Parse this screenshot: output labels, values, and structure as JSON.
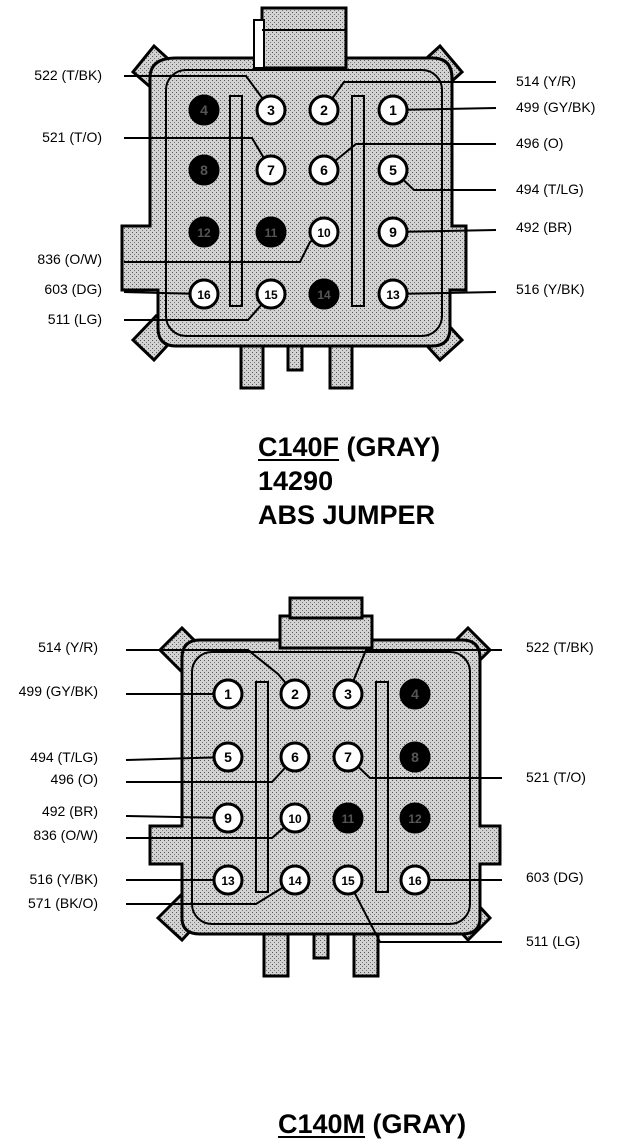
{
  "top_connector": {
    "caption": {
      "code": "C140F",
      "color": " (GRAY)",
      "part": "14290",
      "name": "ABS JUMPER"
    },
    "pins": [
      {
        "n": "4",
        "filled": true
      },
      {
        "n": "3",
        "filled": false
      },
      {
        "n": "2",
        "filled": false
      },
      {
        "n": "1",
        "filled": false
      },
      {
        "n": "8",
        "filled": true
      },
      {
        "n": "7",
        "filled": false
      },
      {
        "n": "6",
        "filled": false
      },
      {
        "n": "5",
        "filled": false
      },
      {
        "n": "12",
        "filled": true
      },
      {
        "n": "11",
        "filled": true
      },
      {
        "n": "10",
        "filled": false
      },
      {
        "n": "9",
        "filled": false
      },
      {
        "n": "16",
        "filled": false
      },
      {
        "n": "15",
        "filled": false
      },
      {
        "n": "14",
        "filled": true
      },
      {
        "n": "13",
        "filled": false
      }
    ],
    "wires": [
      {
        "label": "522 (T/BK)",
        "pin": "3"
      },
      {
        "label": "521 (T/O)",
        "pin": "7"
      },
      {
        "label": "836 (O/W)",
        "pin": "10"
      },
      {
        "label": "603 (DG)",
        "pin": "16"
      },
      {
        "label": "511 (LG)",
        "pin": "15"
      },
      {
        "label": "514 (Y/R)",
        "pin": "2"
      },
      {
        "label": "499 (GY/BK)",
        "pin": "1"
      },
      {
        "label": "496 (O)",
        "pin": "6"
      },
      {
        "label": "494 (T/LG)",
        "pin": "5"
      },
      {
        "label": "492 (BR)",
        "pin": "9"
      },
      {
        "label": "516 (Y/BK)",
        "pin": "13"
      }
    ]
  },
  "bottom_connector": {
    "caption": {
      "code": "C140M",
      "color": " (GRAY)"
    },
    "pins": [
      {
        "n": "1",
        "filled": false
      },
      {
        "n": "2",
        "filled": false
      },
      {
        "n": "3",
        "filled": false
      },
      {
        "n": "4",
        "filled": true
      },
      {
        "n": "5",
        "filled": false
      },
      {
        "n": "6",
        "filled": false
      },
      {
        "n": "7",
        "filled": false
      },
      {
        "n": "8",
        "filled": true
      },
      {
        "n": "9",
        "filled": false
      },
      {
        "n": "10",
        "filled": false
      },
      {
        "n": "11",
        "filled": true
      },
      {
        "n": "12",
        "filled": true
      },
      {
        "n": "13",
        "filled": false
      },
      {
        "n": "14",
        "filled": false
      },
      {
        "n": "15",
        "filled": false
      },
      {
        "n": "16",
        "filled": false
      }
    ],
    "wires": [
      {
        "label": "514 (Y/R)",
        "pin": "2"
      },
      {
        "label": "499 (GY/BK)",
        "pin": "1"
      },
      {
        "label": "494 (T/LG)",
        "pin": "5"
      },
      {
        "label": "496 (O)",
        "pin": "6"
      },
      {
        "label": "492 (BR)",
        "pin": "9"
      },
      {
        "label": "836 (O/W)",
        "pin": "10"
      },
      {
        "label": "516 (Y/BK)",
        "pin": "13"
      },
      {
        "label": "571 (BK/O)",
        "pin": "14"
      },
      {
        "label": "522 (T/BK)",
        "pin": "3"
      },
      {
        "label": "521 (T/O)",
        "pin": "7"
      },
      {
        "label": "603 (DG)",
        "pin": "16"
      },
      {
        "label": "511 (LG)",
        "pin": "15"
      }
    ]
  },
  "colors": {
    "housing": "#c9c9c9",
    "ink": "#000000",
    "paper": "#ffffff"
  }
}
